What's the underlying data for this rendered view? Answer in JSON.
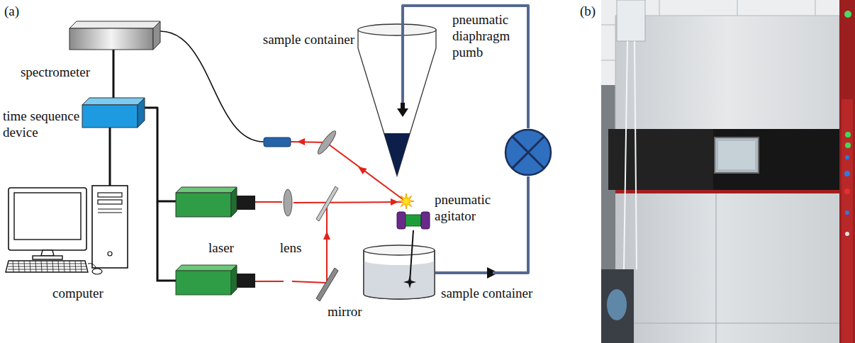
{
  "diagram": {
    "nodes": [
      {
        "text": [
          "spectrometer"
        ]
      },
      {
        "text": [
          "time sequence device"
        ]
      },
      {
        "text": [
          "computer"
        ]
      },
      {
        "text": [
          "laser"
        ]
      },
      {
        "text": [
          "lens"
        ]
      },
      {
        "text": [
          "mirror"
        ]
      },
      {
        "text": [
          "sample container"
        ]
      },
      {
        "text": [
          "pneumatic diaphragm pumb"
        ]
      },
      {
        "text": [
          "pneumatic agitator"
        ]
      },
      {
        "text": [
          "sample container"
        ]
      }
    ],
    "edges": [
      {
        "from": 0,
        "to": 1,
        "arrow": "none"
      },
      {
        "from": 1,
        "to": 2,
        "arrow": "none"
      },
      {
        "from": 1,
        "to": 3,
        "arrow": "none"
      },
      {
        "from": 3,
        "to": 4,
        "arrow": "none"
      },
      {
        "from": 9,
        "to": 7,
        "arrow": "to"
      },
      {
        "from": 7,
        "to": 6,
        "arrow": "none"
      }
    ],
    "labels": [
      "(a)",
      "(b)"
    ]
  }
}
